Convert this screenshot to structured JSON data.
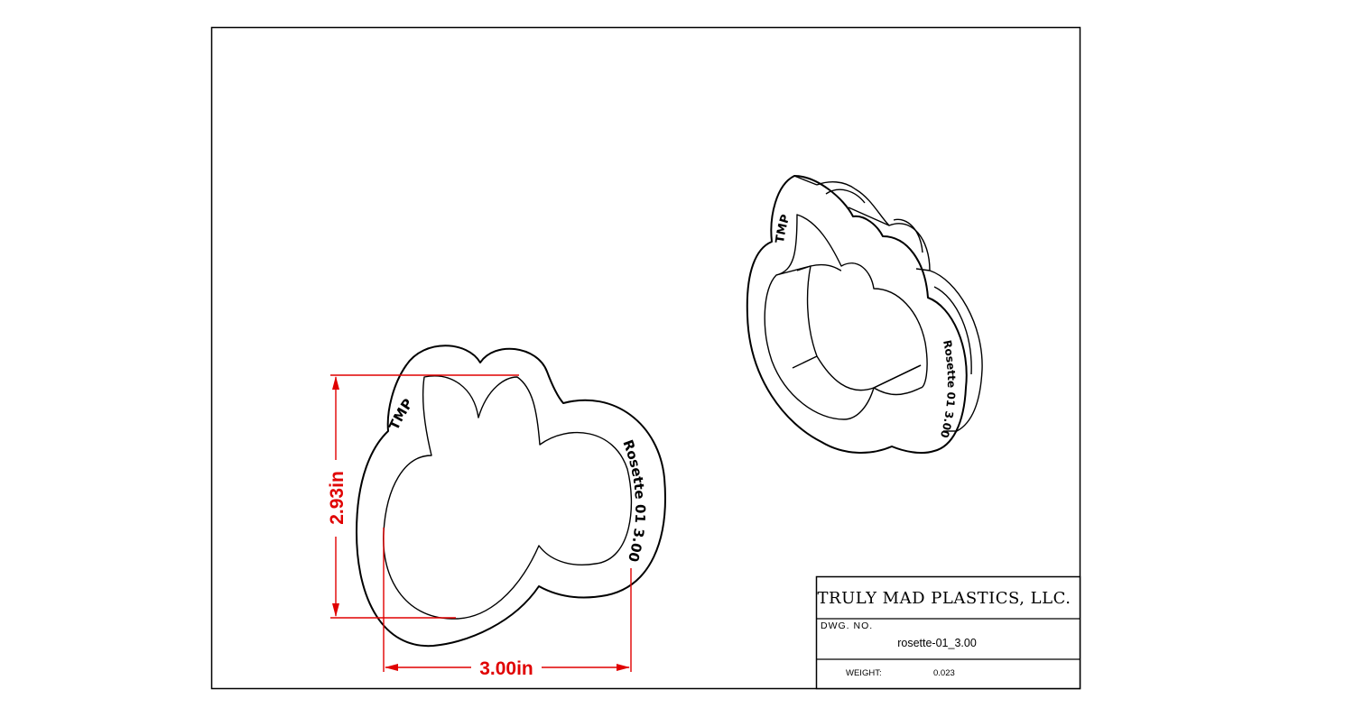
{
  "drawing": {
    "dimensions": {
      "height_label": "2.93in",
      "width_label": "3.00in"
    },
    "front_view": {
      "emboss_top": "TMP",
      "emboss_side": "Rosette 01 3.00"
    },
    "iso_view": {
      "emboss_top": "TMP",
      "emboss_side": "Rosette 01 3.00"
    }
  },
  "title_block": {
    "company": "TRULY MAD PLASTICS, LLC.",
    "dwg_no_label": "DWG. NO.",
    "dwg_no_value": "rosette-01_3.00",
    "weight_label": "WEIGHT:",
    "weight_value": "0.023"
  },
  "colors": {
    "dimension": "#e00000",
    "line": "#000000",
    "background": "#ffffff"
  }
}
